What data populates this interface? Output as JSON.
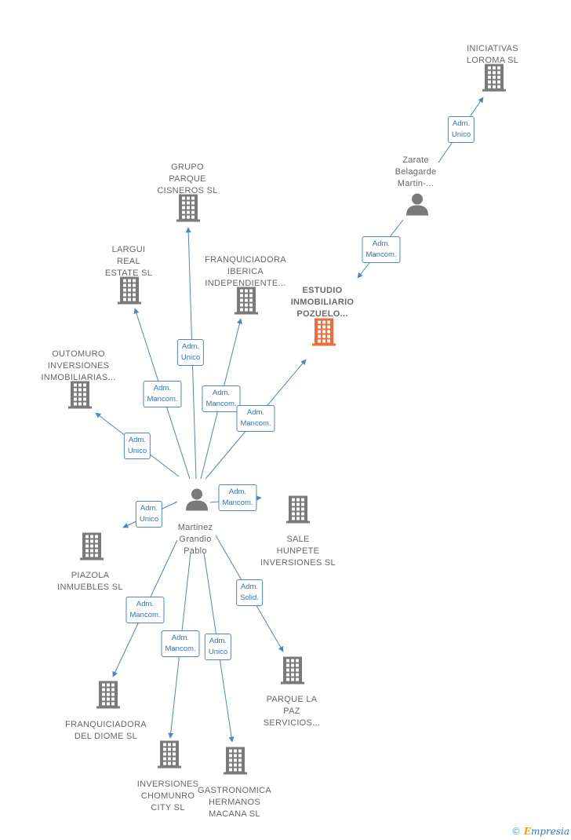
{
  "colors": {
    "edge": "#4a86c8",
    "building": "#7a7a7a",
    "focus": "#f26b3a",
    "person": "#7a7a7a"
  },
  "companies": [
    {
      "id": "iniciativas",
      "lines": [
        "INICIATIVAS",
        "LOROMA  SL"
      ],
      "icon": "building-icon"
    },
    {
      "id": "grupo",
      "lines": [
        "GRUPO",
        "PARQUE",
        "CISNEROS  SL"
      ],
      "icon": "building-icon"
    },
    {
      "id": "largui",
      "lines": [
        "LARGUI",
        "REAL",
        "ESTATE  SL"
      ],
      "icon": "building-icon"
    },
    {
      "id": "franq_iberica",
      "lines": [
        "FRANQUICIADORA",
        "IBERICA",
        "INDEPENDIENTE..."
      ],
      "icon": "building-icon"
    },
    {
      "id": "estudio",
      "lines": [
        "ESTUDIO",
        "INMOBILIARIO",
        "POZUELO..."
      ],
      "icon": "building-icon",
      "focus": true
    },
    {
      "id": "outomuro",
      "lines": [
        "OUTOMURO",
        "INVERSIONES",
        "INMOBILIARIAS..."
      ],
      "icon": "building-icon"
    },
    {
      "id": "sale",
      "lines": [
        "SALE",
        "HUNPETE",
        "INVERSIONES SL"
      ],
      "icon": "building-icon"
    },
    {
      "id": "piazola",
      "lines": [
        "PIAZOLA",
        "INMUEBLES SL"
      ],
      "icon": "building-icon"
    },
    {
      "id": "franq_diome",
      "lines": [
        "FRANQUICIADORA",
        "DEL DIOME SL"
      ],
      "icon": "building-icon"
    },
    {
      "id": "parque",
      "lines": [
        "PARQUE LA",
        "PAZ",
        "SERVICIOS..."
      ],
      "icon": "building-icon"
    },
    {
      "id": "chomunro",
      "lines": [
        "INVERSIONES",
        "CHOMUNRO",
        "CITY  SL"
      ],
      "icon": "building-icon"
    },
    {
      "id": "gastronomica",
      "lines": [
        "GASTRONOMICA",
        "HERMANOS",
        "MACANA  SL"
      ],
      "icon": "building-icon"
    }
  ],
  "people": [
    {
      "id": "zarate",
      "lines": [
        "Zarate",
        "Belagarde",
        "Martin-..."
      ],
      "icon": "person-icon"
    },
    {
      "id": "martinez",
      "lines": [
        "Martinez",
        "Grandio",
        "Pablo"
      ],
      "icon": "person-icon"
    }
  ],
  "relations": [
    {
      "from": "zarate",
      "to": "iniciativas",
      "lines": [
        "Adm.",
        "Unico"
      ]
    },
    {
      "from": "zarate",
      "to": "estudio",
      "lines": [
        "Adm.",
        "Mancom."
      ]
    },
    {
      "from": "martinez",
      "to": "grupo",
      "lines": [
        "Adm.",
        "Unico"
      ]
    },
    {
      "from": "martinez",
      "to": "largui",
      "lines": [
        "Adm.",
        "Mancom."
      ]
    },
    {
      "from": "martinez",
      "to": "franq_iberica",
      "lines": [
        "Adm.",
        "Mancom."
      ]
    },
    {
      "from": "martinez",
      "to": "estudio",
      "lines": [
        "Adm.",
        "Mancom."
      ]
    },
    {
      "from": "martinez",
      "to": "outomuro",
      "lines": [
        "Adm.",
        "Unico"
      ]
    },
    {
      "from": "martinez",
      "to": "sale",
      "lines": [
        "Adm.",
        "Mancom."
      ]
    },
    {
      "from": "martinez",
      "to": "piazola",
      "lines": [
        "Adm.",
        "Unico"
      ]
    },
    {
      "from": "martinez",
      "to": "franq_diome",
      "lines": [
        "Adm.",
        "Mancom."
      ]
    },
    {
      "from": "martinez",
      "to": "chomunro",
      "lines": [
        "Adm.",
        "Mancom."
      ]
    },
    {
      "from": "martinez",
      "to": "gastronomica",
      "lines": [
        "Adm.",
        "Unico"
      ]
    },
    {
      "from": "martinez",
      "to": "parque",
      "lines": [
        "Adm.",
        "Solid."
      ]
    }
  ],
  "brand": {
    "copyright": "©",
    "initial": "E",
    "rest": "mpresia"
  }
}
